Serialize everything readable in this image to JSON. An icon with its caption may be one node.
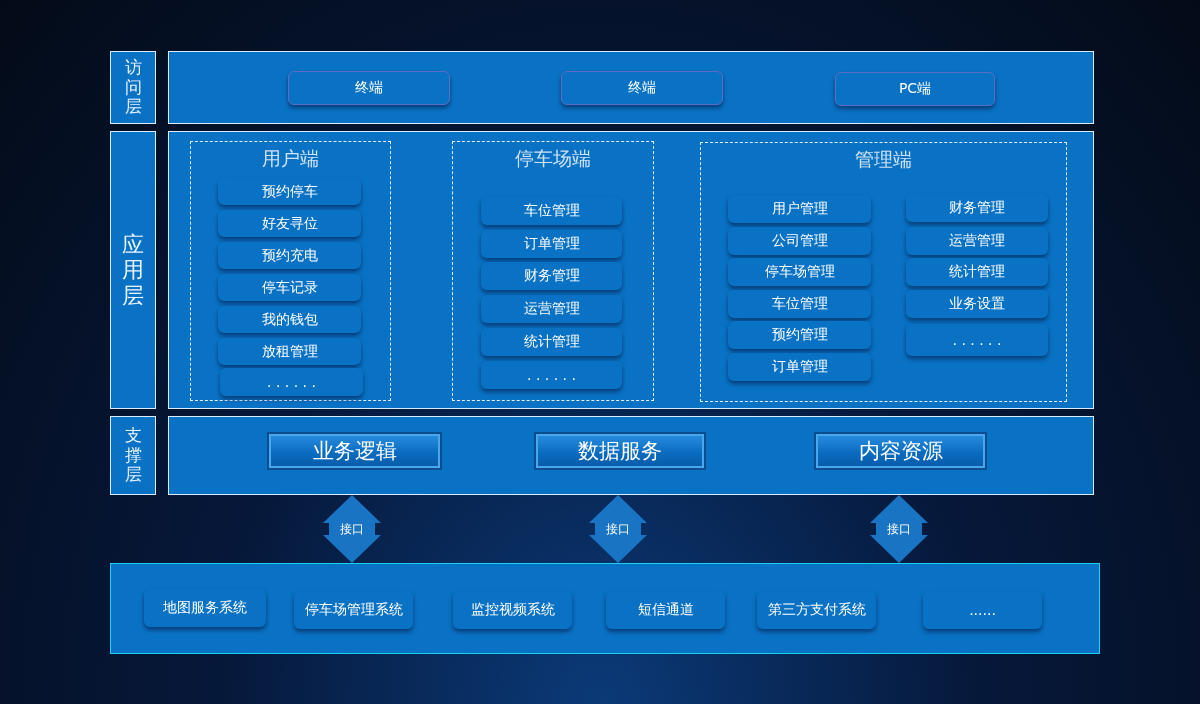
{
  "diagram": {
    "nodes": [
      {
        "text": [
          "访问层"
        ]
      },
      {
        "text": [],
        "shape": "box"
      },
      {
        "text": [
          "终端"
        ],
        "in": 1
      },
      {
        "text": [
          "终端"
        ],
        "in": 1
      },
      {
        "text": [
          "PC端"
        ],
        "in": 1
      },
      {
        "text": [
          "应用层"
        ]
      },
      {
        "text": [],
        "shape": "box"
      },
      {
        "text": [
          "用户端"
        ],
        "in": 6
      },
      {
        "text": [
          "预约停车"
        ],
        "in": 7
      },
      {
        "text": [
          "好友寻位"
        ],
        "in": 7
      },
      {
        "text": [
          "预约充电"
        ],
        "in": 7
      },
      {
        "text": [
          "停车记录"
        ],
        "in": 7
      },
      {
        "text": [
          "我的钱包"
        ],
        "in": 7
      },
      {
        "text": [
          "放租管理"
        ],
        "in": 7
      },
      {
        "text": [
          ". . . . . ."
        ],
        "in": 7
      },
      {
        "text": [
          "停车场端"
        ],
        "in": 6
      },
      {
        "text": [
          "车位管理"
        ],
        "in": 15
      },
      {
        "text": [
          "订单管理"
        ],
        "in": 15
      },
      {
        "text": [
          "财务管理"
        ],
        "in": 15
      },
      {
        "text": [
          "运营管理"
        ],
        "in": 15
      },
      {
        "text": [
          "统计管理"
        ],
        "in": 15
      },
      {
        "text": [
          ". . . . . ."
        ],
        "in": 15
      },
      {
        "text": [
          "管理端"
        ],
        "in": 6
      },
      {
        "text": [
          "用户管理"
        ],
        "in": 22
      },
      {
        "text": [
          "公司管理"
        ],
        "in": 22
      },
      {
        "text": [
          "停车场管理"
        ],
        "in": 22
      },
      {
        "text": [
          "车位管理"
        ],
        "in": 22
      },
      {
        "text": [
          "预约管理"
        ],
        "in": 22
      },
      {
        "text": [
          "订单管理"
        ],
        "in": 22
      },
      {
        "text": [
          "财务管理"
        ],
        "in": 22
      },
      {
        "text": [
          "运营管理"
        ],
        "in": 22
      },
      {
        "text": [
          "统计管理"
        ],
        "in": 22
      },
      {
        "text": [
          "业务设置"
        ],
        "in": 22
      },
      {
        "text": [
          ". . . . . ."
        ],
        "in": 22
      },
      {
        "text": [
          "支撑层"
        ]
      },
      {
        "text": [],
        "shape": "box"
      },
      {
        "text": [
          "业务逻辑"
        ],
        "in": 35
      },
      {
        "text": [
          "数据服务"
        ],
        "in": 35
      },
      {
        "text": [
          "内容资源"
        ],
        "in": 35
      },
      {
        "text": [],
        "shape": "box"
      },
      {
        "text": [
          "地图服务系统"
        ],
        "in": 39
      },
      {
        "text": [
          "停车场管理系统"
        ],
        "in": 39
      },
      {
        "text": [
          "监控视频系统"
        ],
        "in": 39
      },
      {
        "text": [
          "短信通道"
        ],
        "in": 39
      },
      {
        "text": [
          "第三方支付系统"
        ],
        "in": 39
      },
      {
        "text": [
          "......"
        ],
        "in": 39
      }
    ],
    "edges": [
      {
        "from": 35,
        "to": 39,
        "arrow": "both",
        "label": "接口"
      },
      {
        "from": 35,
        "to": 39,
        "arrow": "both",
        "label": "接口"
      },
      {
        "from": 35,
        "to": 39,
        "arrow": "both",
        "label": "接口"
      }
    ]
  }
}
